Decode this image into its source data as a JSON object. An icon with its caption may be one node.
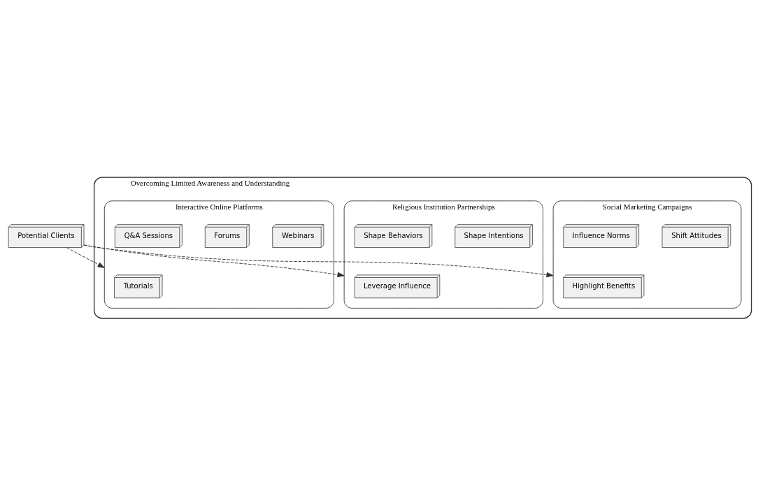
{
  "diagram": {
    "nodes": [
      {
        "text": [
          "Potential Clients"
        ]
      },
      {
        "text": [
          "Overcoming Limited Awareness and Understanding"
        ]
      },
      {
        "text": [
          "Social Marketing Campaigns"
        ],
        "in": 1
      },
      {
        "text": [
          "Highlight Benefits"
        ],
        "in": 2
      },
      {
        "text": [
          "Shift Attitudes"
        ],
        "in": 2
      },
      {
        "text": [
          "Influence Norms"
        ],
        "in": 2
      },
      {
        "text": [
          "Religious Institution Partnerships"
        ],
        "in": 1
      },
      {
        "text": [
          "Leverage Influence"
        ],
        "in": 6
      },
      {
        "text": [
          "Shape Intentions"
        ],
        "in": 6
      },
      {
        "text": [
          "Shape Behaviors"
        ],
        "in": 6
      },
      {
        "text": [
          "Interactive Online Platforms"
        ],
        "in": 1
      },
      {
        "text": [
          "Tutorials"
        ],
        "in": 10
      },
      {
        "text": [
          "Webinars"
        ],
        "in": 10
      },
      {
        "text": [
          "Forums"
        ],
        "in": 10
      },
      {
        "text": [
          "Q&A Sessions"
        ],
        "in": 10
      }
    ],
    "edges": [
      {
        "from": 0,
        "to": 2,
        "arrow": "to",
        "style": "dashed"
      },
      {
        "from": 0,
        "to": 6,
        "arrow": "to",
        "style": "dashed"
      },
      {
        "from": 0,
        "to": 10,
        "arrow": "to",
        "style": "dashed"
      }
    ]
  }
}
